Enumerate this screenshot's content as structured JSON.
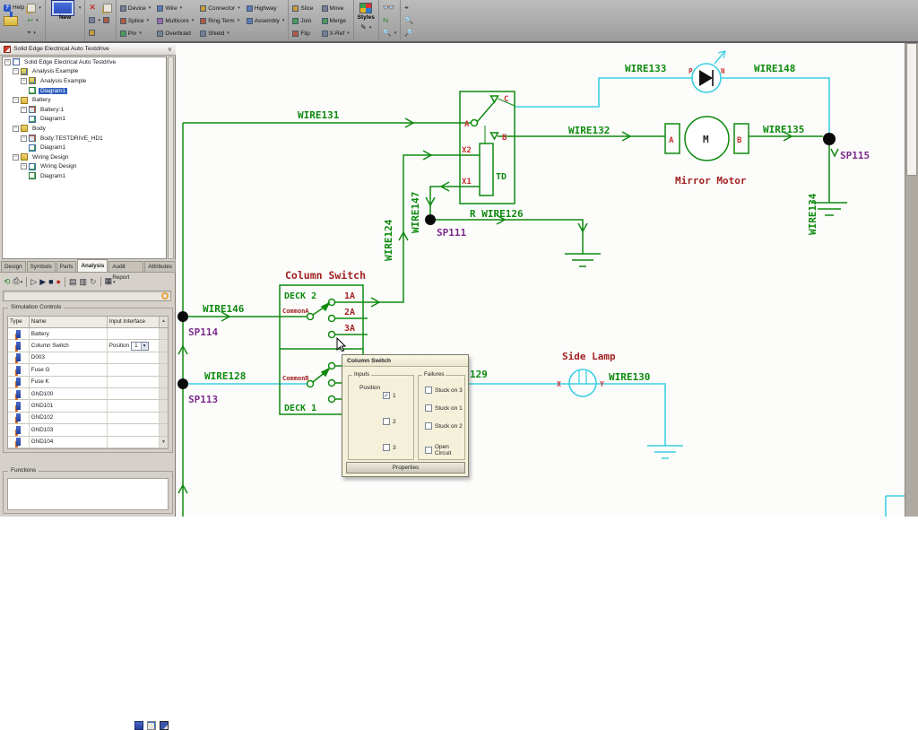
{
  "ribbon": {
    "help": "Help",
    "new_label": "New",
    "styles_label": "Styles",
    "tools": [
      "Device",
      "Splice",
      "Pin",
      "Wire",
      "Multicore",
      "Overbraid",
      "Connector",
      "Ring Term",
      "Shield",
      "Highway",
      "Assembly"
    ],
    "edit": [
      "Slice",
      "Join",
      "Flip",
      "Move",
      "Merge",
      "X-Ref"
    ]
  },
  "tree": {
    "header": "Solid Edge Electrical Auto Testdrive",
    "items": [
      {
        "label": "Solid Edge Electrical Auto Testdrive"
      },
      {
        "label": "Analysis Example"
      },
      {
        "label": "Analysis Example"
      },
      {
        "label": "Diagram1"
      },
      {
        "label": "Battery"
      },
      {
        "label": "Battery:1"
      },
      {
        "label": "Diagram1"
      },
      {
        "label": "Body"
      },
      {
        "label": "Body:TESTDRIVE_HD1"
      },
      {
        "label": "Diagram1"
      },
      {
        "label": "Wiring Design"
      },
      {
        "label": "Wiring Design"
      },
      {
        "label": "Diagram1"
      }
    ]
  },
  "tabs": {
    "items": [
      "Design",
      "Symbols",
      "Parts",
      "Analysis",
      "Audit Report",
      "Attributes"
    ]
  },
  "simulation": {
    "title": "Simulation Controls",
    "columns": [
      "Type",
      "Name",
      "Input Interface"
    ],
    "rows": [
      "Battery",
      "Column Switch",
      "D003",
      "Fuse G",
      "Fuse K",
      "GND100",
      "GND101",
      "GND102",
      "GND103",
      "GND104"
    ],
    "position_label": "Position",
    "position_value": "1"
  },
  "functions": {
    "title": "Functions"
  },
  "dialog": {
    "title": "Column Switch",
    "inputs_title": "Inputs",
    "position_label": "Position",
    "opt1": "1",
    "opt2": "2",
    "opt3": "3",
    "failures_title": "Failures",
    "failures": [
      "Stuck on 3",
      "Stuck on 1",
      "Stuck on 2",
      "Open Circuit"
    ],
    "button": "Properties"
  },
  "diagram": {
    "wires": {
      "w124": "WIRE124",
      "w126": "R WIRE126",
      "w128": "WIRE128",
      "w129": "129",
      "w130": "WIRE130",
      "w131": "WIRE131",
      "w132": "WIRE132",
      "w133": "WIRE133",
      "w134": "WIRE134",
      "w135": "WIRE135",
      "w146": "WIRE146",
      "w147": "WIRE147",
      "w148": "WIRE148"
    },
    "splices": {
      "sp111": "SP111",
      "sp113": "SP113",
      "sp114": "SP114",
      "sp115": "SP115"
    },
    "labels": {
      "column_switch": "Column Switch",
      "mirror_motor": "Mirror Motor",
      "side_lamp": "Side Lamp",
      "deck1": "DECK 1",
      "deck2": "DECK 2",
      "commonA": "CommonA",
      "commonB": "CommonB",
      "td": "TD",
      "motor_m": "M",
      "c1a": "1A",
      "c2a": "2A",
      "c3a": "3A"
    },
    "pins": {
      "a": "A",
      "b": "B",
      "c": "C",
      "x1": "X1",
      "x2": "X2",
      "ma": "A",
      "mb": "B",
      "p": "P",
      "n": "N",
      "x": "X",
      "y": "Y"
    },
    "colors": {
      "wire_green": "#0e8a0e",
      "wire_cyan": "#3ccfe2",
      "label_darkred": "#a12222",
      "splice_purple": "#7b2b8b",
      "pin_red": "#c43232"
    }
  }
}
